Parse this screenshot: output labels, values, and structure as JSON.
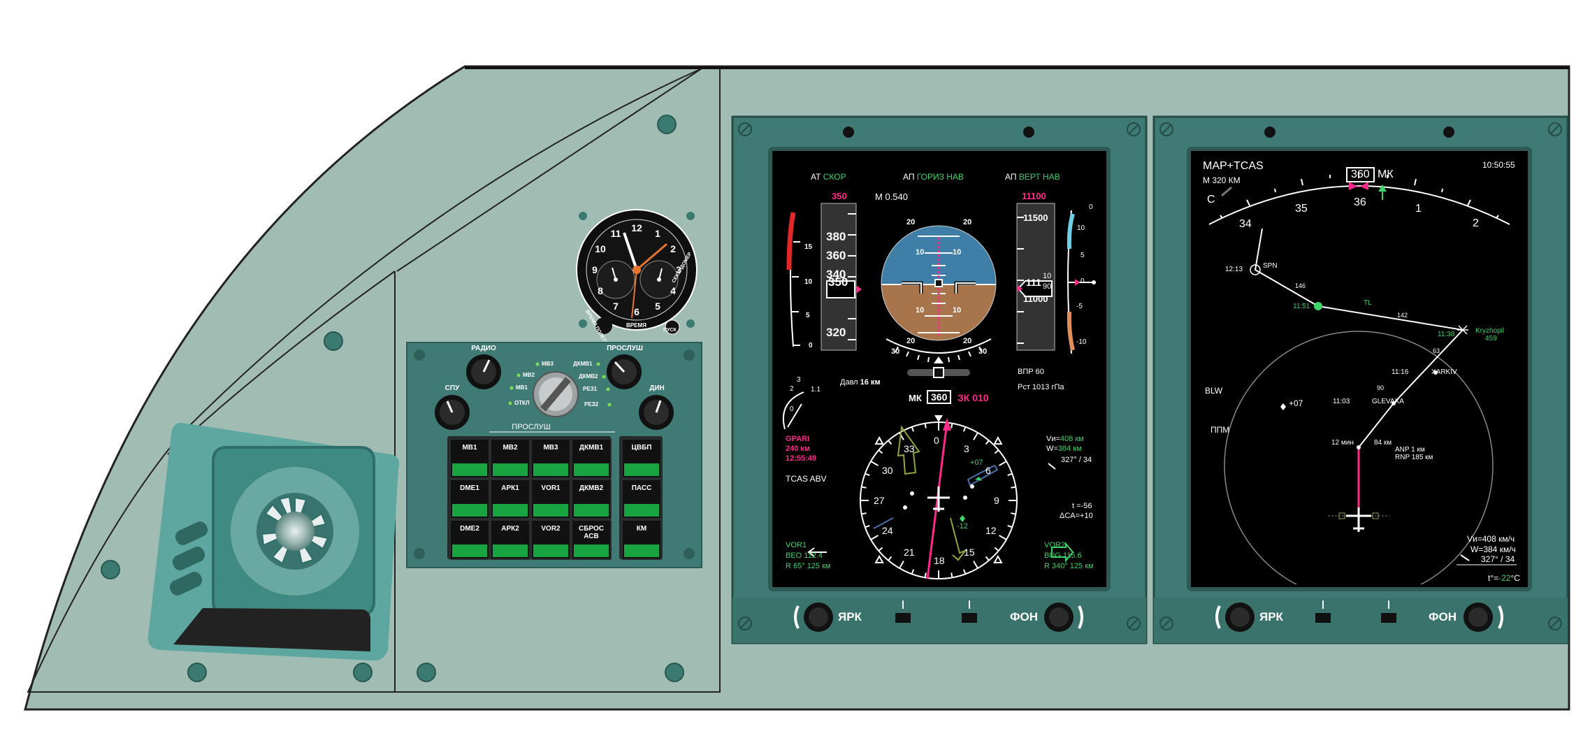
{
  "panel": {
    "radio_label": "РАДИО",
    "prosl_label": "ПРОСЛУШ",
    "spu_label": "СПУ",
    "din_label": "ДИН",
    "prosl_group_label": "ПРОСЛУШ",
    "selector_positions": [
      "МВ3",
      "ДКМВ1",
      "МВ2",
      "ДКМВ2",
      "МВ1",
      "РЕЗ1",
      "ОТКЛ",
      "РЕЗ2"
    ],
    "buttons": [
      [
        "МВ1",
        "МВ2",
        "МВ3",
        "ДКМВ1"
      ],
      [
        "DME1",
        "АРК1",
        "VOR1",
        "ДКМВ2"
      ],
      [
        "DME2",
        "АРК2",
        "VOR2",
        "СБРОС АСВ"
      ]
    ],
    "side_buttons": [
      "ЦВБП",
      "ПАСС",
      "КМ"
    ]
  },
  "clock": {
    "left_arc": "ВРЕМЯ ПОЛЕТА",
    "right_arc": "СЕКУНДОМЕР",
    "bottom": "ВРЕМЯ",
    "bottom_right": "ПУСК",
    "numerals": [
      "12",
      "1",
      "2",
      "3",
      "4",
      "5",
      "6",
      "7",
      "8",
      "9",
      "10",
      "11"
    ]
  },
  "pfd": {
    "at_prefix": "АТ",
    "at_mode": "СКОР",
    "ap1_prefix": "АП",
    "ap1_mode": "ГОРИЗ НАВ",
    "ap2_prefix": "АП",
    "ap2_mode": "ВЕРТ НАВ",
    "speed_bug": "350",
    "mach": "М 0.540",
    "alt_bug": "11100",
    "speed_tape": [
      "380",
      "360",
      "340",
      "320"
    ],
    "speed_current": "350",
    "alt_tape": [
      "11500",
      "11000"
    ],
    "alt_current": "111",
    "alt_current_small": [
      "10",
      "90"
    ],
    "vs_scale": [
      "0",
      "10",
      "5",
      "0",
      "-5",
      "-10"
    ],
    "left_scale": [
      "15",
      "10",
      "5",
      "0"
    ],
    "pitch_labels": [
      "20",
      "20",
      "10",
      "10",
      "10",
      "10",
      "20",
      "20"
    ],
    "bank_labels": [
      "30",
      "30"
    ],
    "dist_label": "Давл",
    "dist_value": "16 км",
    "vpr": "ВПР 60",
    "pst": "Рст 1013 гПа",
    "mk_label": "МК",
    "heading": "360",
    "zk": "ЗК 010",
    "compass_labels": [
      "0",
      "3",
      "6",
      "9",
      "12",
      "15",
      "18",
      "21",
      "24",
      "27",
      "30",
      "33"
    ],
    "wpt_name": "GPARI",
    "wpt_dist": "240 км",
    "wpt_time": "12:55:48",
    "tcas": "TCAS ABV",
    "vi_label": "Vи=",
    "vi_value": "408 км",
    "w_label": "W=",
    "w_value": "384 км",
    "wind": "327° / 34",
    "t_value": "t =-56",
    "dca": "ΔCA=+10",
    "vor1_label": "VOR1",
    "vor1_freq": "BEO 112.4",
    "vor1_r": "R  65° 125 км",
    "vor2_label": "VOR2",
    "vor2_freq": "BUG 115.6",
    "vor2_r": "R 340° 125 км",
    "traffic_above": "+07",
    "traffic_below": "-12",
    "mini_gauge": [
      "3",
      "2",
      "1.1",
      "0"
    ],
    "yark": "ЯРК",
    "fon": "ФОН"
  },
  "nd": {
    "title": "MAP+TCAS",
    "range": "М 320 КМ",
    "time": "10:50:55",
    "heading": "360",
    "heading_unit": "МК",
    "c_label": "С",
    "arc_labels": [
      "34",
      "35",
      "36",
      "1",
      "2"
    ],
    "waypoints": [
      {
        "name": "SPN",
        "time": "12:13"
      },
      {
        "name": "TL",
        "time": "11:51"
      },
      {
        "name": "Kryzhopil",
        "time": "11:38",
        "sub": "459"
      },
      {
        "name": "XARKIV",
        "time": "11:16"
      },
      {
        "name": "GLEVAXA",
        "time": "11:03"
      }
    ],
    "leg_labels": [
      "146",
      "142",
      "63",
      "90"
    ],
    "blw": "BLW",
    "ppm": "ППМ",
    "traffic": "+07",
    "time_to": "12 мин",
    "dist_to": "84 км",
    "anp": "ANP 1 км",
    "rnp": "RNP 185 км",
    "vi": "Vи=408 км/ч",
    "w": "W=384 км/ч",
    "wind": "327° / 34",
    "t_prefix": "t°=",
    "t_value": "-22",
    "t_unit": "°C",
    "yark": "ЯРК",
    "fon": "ФОН"
  },
  "colors": {
    "panel_bg": "#a1bdb3",
    "bezel": "#3f7b74",
    "screen": "#000000",
    "green": "#3dd36b",
    "magenta": "#ff2a8a",
    "sky": "#3f7ea7",
    "ground": "#a8744c"
  }
}
